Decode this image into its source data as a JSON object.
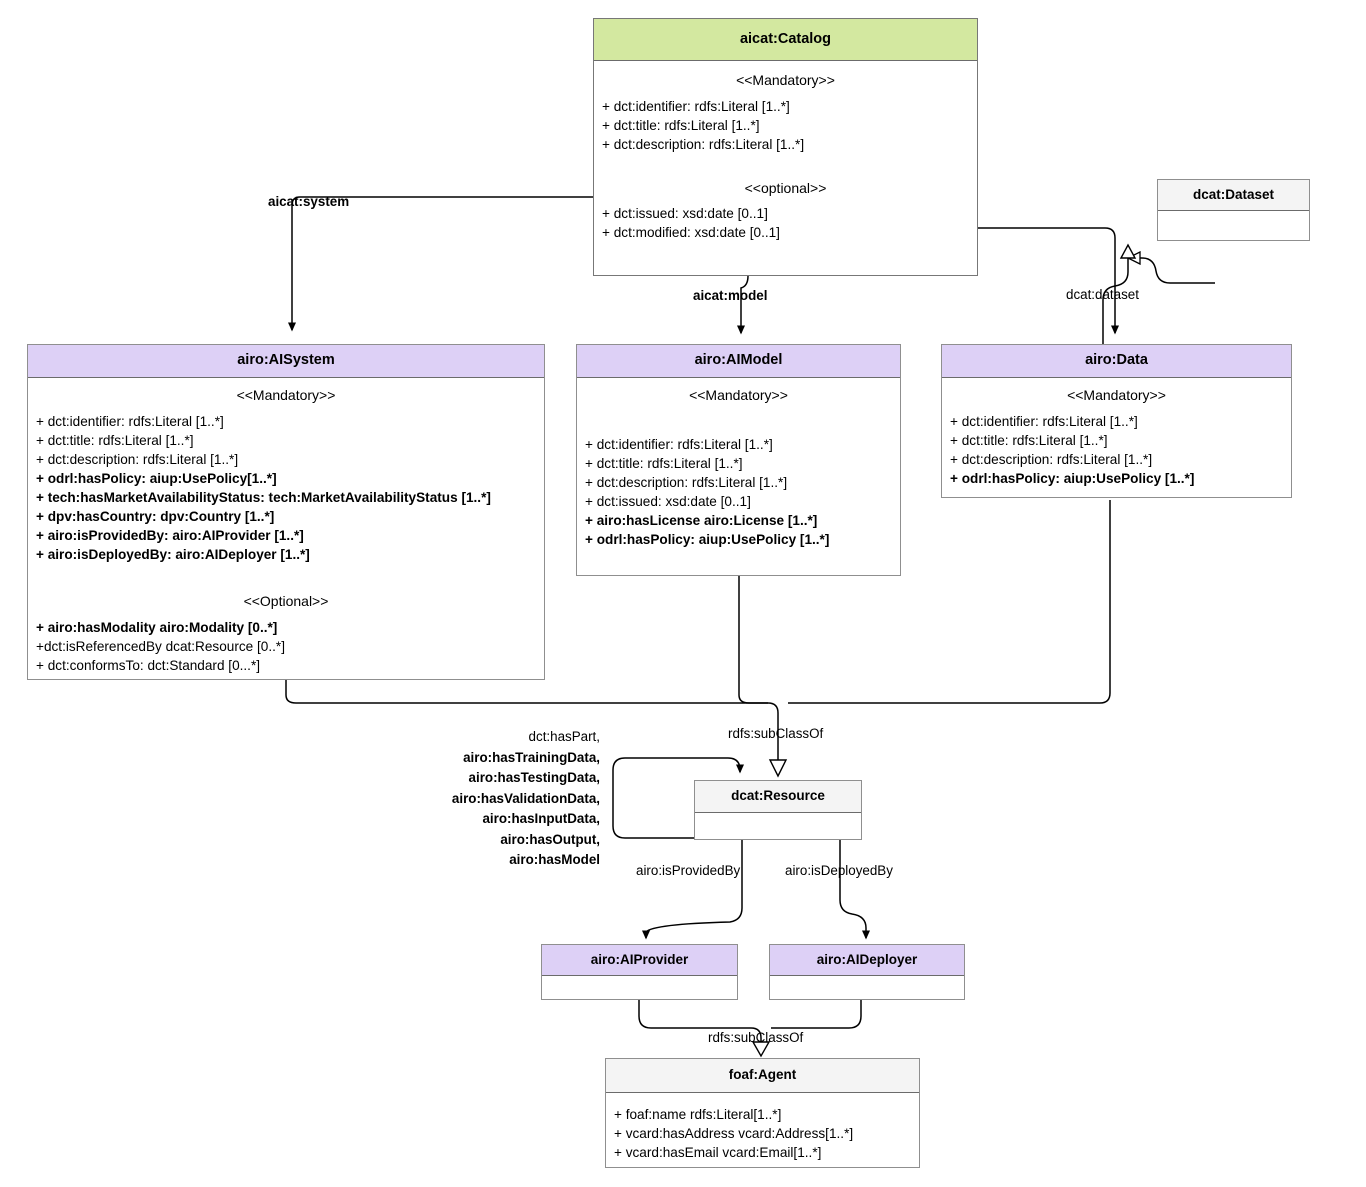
{
  "diagram": {
    "title": "AI Catalog UML Class Diagram",
    "colors": {
      "catalog_header": "#d3e8a0",
      "class_header": "#ddd0f6",
      "external_header": "#f4f4f4",
      "border": "#8f8f8f",
      "line": "#000000"
    }
  },
  "classes": {
    "catalog": {
      "name": "aicat:Catalog",
      "mandatory_label": "<<Mandatory>>",
      "mandatory_attrs": [
        "+ dct:identifier: rdfs:Literal [1..*]",
        "+ dct:title: rdfs:Literal [1..*]",
        "+ dct:description: rdfs:Literal [1..*]"
      ],
      "optional_label": "<<optional>>",
      "optional_attrs": [
        "+ dct:issued: xsd:date [0..1]",
        "+ dct:modified: xsd:date [0..1]"
      ]
    },
    "aisystem": {
      "name": "airo:AISystem",
      "mandatory_label": "<<Mandatory>>",
      "mandatory_attrs": [
        {
          "text": "+ dct:identifier: rdfs:Literal [1..*]",
          "bold": false
        },
        {
          "text": "+ dct:title: rdfs:Literal [1..*]",
          "bold": false
        },
        {
          "text": "+ dct:description: rdfs:Literal [1..*]",
          "bold": false
        },
        {
          "text": "+ odrl:hasPolicy: aiup:UsePolicy[1..*]",
          "bold": true
        },
        {
          "text": "+ tech:hasMarketAvailabilityStatus: tech:MarketAvailabilityStatus [1..*]",
          "bold": true
        },
        {
          "text": "+ dpv:hasCountry: dpv:Country [1..*]",
          "bold": true
        },
        {
          "text": "+ airo:isProvidedBy: airo:AIProvider [1..*]",
          "bold": true
        },
        {
          "text": "+ airo:isDeployedBy: airo:AIDeployer [1..*]",
          "bold": true
        }
      ],
      "optional_label": "<<Optional>>",
      "optional_attrs": [
        {
          "text": "+ airo:hasModality airo:Modality [0..*]",
          "bold": true
        },
        {
          "text": "+dct:isReferencedBy  dcat:Resource [0..*]",
          "bold": false
        },
        {
          "text": "+ dct:conformsTo: dct:Standard [0...*]",
          "bold": false
        }
      ]
    },
    "aimodel": {
      "name": "airo:AIModel",
      "mandatory_label": "<<Mandatory>>",
      "mandatory_attrs": [
        {
          "text": "+ dct:identifier: rdfs:Literal [1..*]",
          "bold": false
        },
        {
          "text": "+ dct:title: rdfs:Literal [1..*]",
          "bold": false
        },
        {
          "text": "+ dct:description: rdfs:Literal [1..*]",
          "bold": false
        },
        {
          "text": "+ dct:issued: xsd:date [0..1]",
          "bold": false
        },
        {
          "text": "+ airo:hasLicense airo:License [1..*]",
          "bold": true
        },
        {
          "text": "+ odrl:hasPolicy: aiup:UsePolicy [1..*]",
          "bold": true
        }
      ]
    },
    "data": {
      "name": "airo:Data",
      "mandatory_label": "<<Mandatory>>",
      "mandatory_attrs": [
        {
          "text": "+ dct:identifier: rdfs:Literal [1..*]",
          "bold": false
        },
        {
          "text": "+ dct:title: rdfs:Literal [1..*]",
          "bold": false
        },
        {
          "text": "+ dct:description: rdfs:Literal [1..*]",
          "bold": false
        },
        {
          "text": "+ odrl:hasPolicy: aiup:UsePolicy [1..*]",
          "bold": true
        }
      ]
    },
    "dataset": {
      "name": "dcat:Dataset"
    },
    "resource": {
      "name": "dcat:Resource"
    },
    "aiprovider": {
      "name": "airo:AIProvider"
    },
    "aideployer": {
      "name": "airo:AIDeployer"
    },
    "agent": {
      "name": "foaf:Agent",
      "attrs": [
        "+ foaf:name rdfs:Literal[1..*]",
        "+ vcard:hasAddress vcard:Address[1..*]",
        "+ vcard:hasEmail vcard:Email[1..*]"
      ]
    }
  },
  "edges": {
    "catalog_system": "aicat:system",
    "catalog_model": "aicat:model",
    "catalog_dataset": "dcat:dataset",
    "resource_subclassof": "rdfs:subClassOf",
    "agent_subclassof": "rdfs:subClassOf",
    "resource_isprovidedby": "airo:isProvidedBy",
    "resource_isdeployedby": "airo:isDeployedBy",
    "haspart_group": [
      {
        "text": "dct:hasPart,",
        "bold": false
      },
      {
        "text": "airo:hasTrainingData,",
        "bold": true
      },
      {
        "text": "airo:hasTestingData,",
        "bold": true
      },
      {
        "text": "airo:hasValidationData,",
        "bold": true
      },
      {
        "text": "airo:hasInputData,",
        "bold": true
      },
      {
        "text": "airo:hasOutput,",
        "bold": true
      },
      {
        "text": "airo:hasModel",
        "bold": true
      }
    ]
  }
}
